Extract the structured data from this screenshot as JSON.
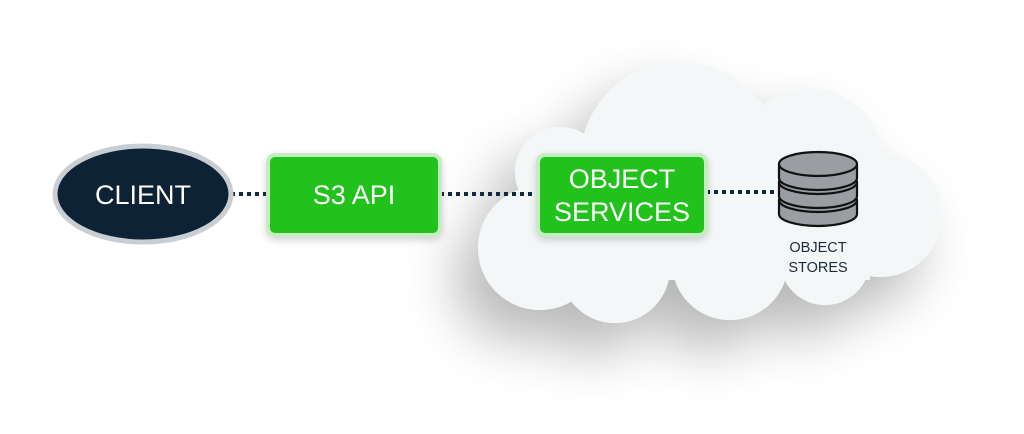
{
  "diagram": {
    "nodes": {
      "client": "CLIENT",
      "s3_api": "S3 API",
      "object_services_line1": "OBJECT",
      "object_services_line2": "SERVICES",
      "object_stores_line1": "OBJECT",
      "object_stores_line2": "STORES"
    },
    "colors": {
      "client_fill": "#0e2235",
      "client_border": "#c9ced3",
      "box_fill": "#22c21d",
      "box_border": "#c6ecc2",
      "cloud_fill": "#f4f7f8",
      "connector": "#14293b",
      "database_fill": "#9a9ea2",
      "database_stroke": "#111111"
    },
    "icons": {
      "database": "database-icon",
      "cloud": "cloud-shape"
    }
  }
}
